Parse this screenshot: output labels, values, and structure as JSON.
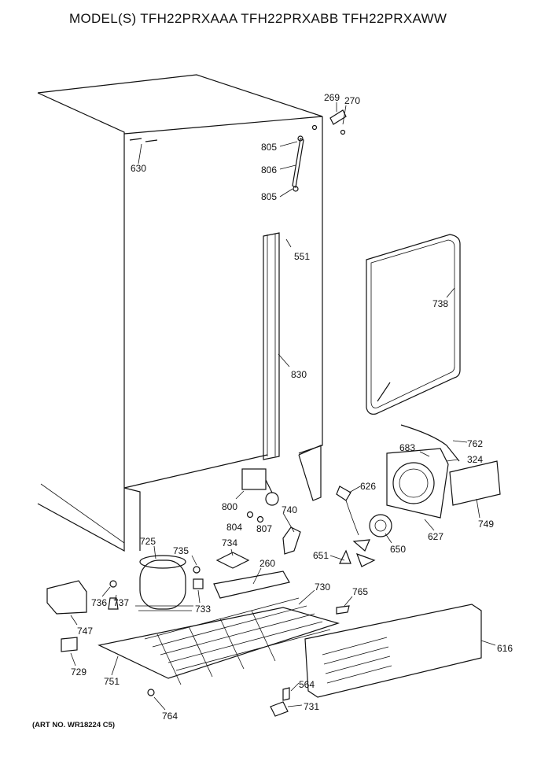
{
  "title": "MODEL(S) TFH22PRXAAA  TFH22PRXABB  TFH22PRXAWW",
  "art_number": "(ART NO. WR18224 C5)",
  "part_labels": {
    "p269": "269",
    "p270": "270",
    "p805a": "805",
    "p806": "806",
    "p805b": "805",
    "p630": "630",
    "p551": "551",
    "p738": "738",
    "p830": "830",
    "p762": "762",
    "p683": "683",
    "p324": "324",
    "p626": "626",
    "p749": "749",
    "p627": "627",
    "p800": "800",
    "p804": "804",
    "p807": "807",
    "p740": "740",
    "p650": "650",
    "p651": "651",
    "p725": "725",
    "p735": "735",
    "p734": "734",
    "p260": "260",
    "p730": "730",
    "p765": "765",
    "p736": "736",
    "p737": "737",
    "p733": "733",
    "p747": "747",
    "p616": "616",
    "p729": "729",
    "p751": "751",
    "p564": "564",
    "p731": "731",
    "p764": "764"
  }
}
